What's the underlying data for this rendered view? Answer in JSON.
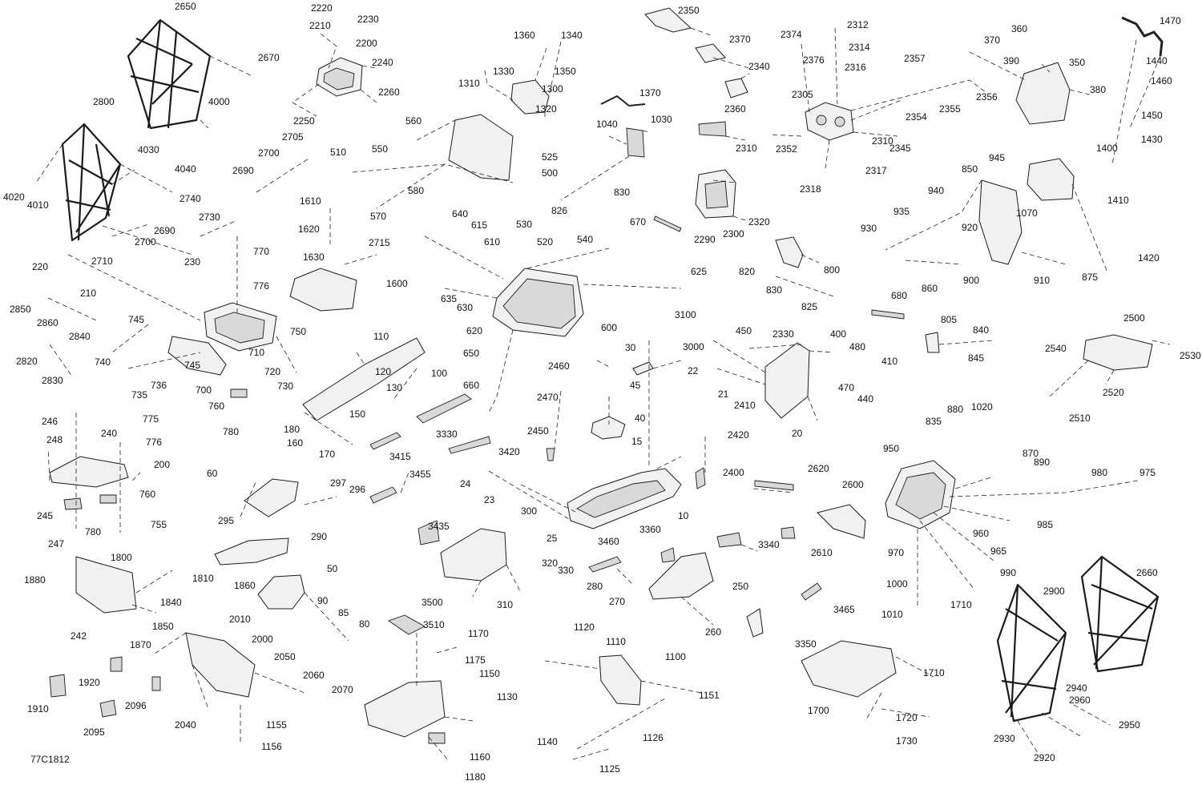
{
  "figure_id": "77C1812",
  "callouts": [
    "2650",
    "2670",
    "4000",
    "2800",
    "4030",
    "4040",
    "4020",
    "4010",
    "2220",
    "2230",
    "2210",
    "2200",
    "2240",
    "2260",
    "2250",
    "1360",
    "1340",
    "1330",
    "1350",
    "1310",
    "1300",
    "1320",
    "1370",
    "1040",
    "1030",
    "2350",
    "2370",
    "2340",
    "2360",
    "2374",
    "2312",
    "2314",
    "2376",
    "2316",
    "2357",
    "2305",
    "2356",
    "2355",
    "2354",
    "2310",
    "2345",
    "2352",
    "2317",
    "2318",
    "1470",
    "1440",
    "1460",
    "1450",
    "1430",
    "370",
    "360",
    "390",
    "350",
    "380",
    "560",
    "550",
    "510",
    "500",
    "525",
    "580",
    "570",
    "530",
    "826",
    "830",
    "2705",
    "2700",
    "2690",
    "2740",
    "2730",
    "2700",
    "2690",
    "2710",
    "1610",
    "1620",
    "1630",
    "2715",
    "1600",
    "640",
    "615",
    "610",
    "520",
    "540",
    "670",
    "635",
    "630",
    "625",
    "600",
    "620",
    "650",
    "660",
    "2310",
    "2300",
    "2320",
    "2290",
    "800",
    "820",
    "830",
    "825",
    "1400",
    "945",
    "850",
    "1070",
    "940",
    "935",
    "930",
    "920",
    "1410",
    "860",
    "900",
    "910",
    "875",
    "1420",
    "220",
    "210",
    "230",
    "770",
    "776",
    "2850",
    "2860",
    "2840",
    "2820",
    "2830",
    "745",
    "740",
    "745",
    "750",
    "710",
    "720",
    "730",
    "736",
    "735",
    "700",
    "760",
    "780",
    "110",
    "120",
    "130",
    "100",
    "150",
    "180",
    "160",
    "170",
    "3100",
    "30",
    "3000",
    "45",
    "40",
    "15",
    "2460",
    "2470",
    "2450",
    "450",
    "2330",
    "400",
    "480",
    "410",
    "22",
    "21",
    "470",
    "440",
    "20",
    "680",
    "805",
    "840",
    "845",
    "2500",
    "2540",
    "2530",
    "2520",
    "2510",
    "246",
    "248",
    "240",
    "775",
    "776",
    "200",
    "245",
    "760",
    "780",
    "755",
    "247",
    "60",
    "297",
    "296",
    "295",
    "290",
    "50",
    "3455",
    "3330",
    "3415",
    "3420",
    "24",
    "23",
    "25",
    "10",
    "2410",
    "2420",
    "2400",
    "2620",
    "2600",
    "2610",
    "835",
    "880",
    "1020",
    "950",
    "870",
    "890",
    "980",
    "975",
    "985",
    "960",
    "965",
    "990",
    "970",
    "1000",
    "1010",
    "1710",
    "1880",
    "1800",
    "1810",
    "1840",
    "242",
    "1860",
    "1850",
    "1870",
    "2010",
    "2000",
    "2050",
    "2060",
    "2070",
    "2040",
    "1155",
    "1156",
    "1920",
    "1910",
    "2096",
    "2095",
    "90",
    "85",
    "80",
    "3435",
    "300",
    "320",
    "330",
    "310",
    "3360",
    "3460",
    "280",
    "270",
    "250",
    "260",
    "3340",
    "3465",
    "3350",
    "3500",
    "3510",
    "1170",
    "1175",
    "1150",
    "1130",
    "1160",
    "1180",
    "1120",
    "1110",
    "1100",
    "1151",
    "1140",
    "1126",
    "1125",
    "1700",
    "1710",
    "1720",
    "1730",
    "2660",
    "2900",
    "2940",
    "2960",
    "2950",
    "2930",
    "2920"
  ],
  "colors": {
    "line": "#1b1b1b",
    "part_fill": "#f1f1f1",
    "shade": "#d9d9d9",
    "background": "#ffffff"
  }
}
